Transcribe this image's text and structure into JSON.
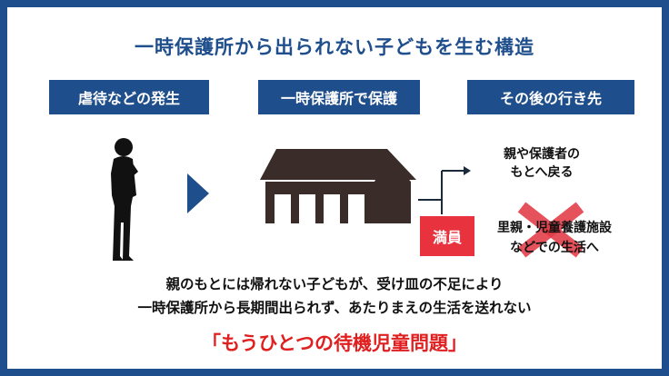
{
  "title": "一時保護所から出られない子どもを生む構造",
  "stages": [
    "虐待などの発生",
    "一時保護所で保護",
    "その後の行き先"
  ],
  "destinations": {
    "top_line1": "親や保護者の",
    "top_line2": "もとへ戻る",
    "bottom_line1": "里親・児童養護施設",
    "bottom_line2": "などでの生活へ"
  },
  "badge": "満員",
  "body": {
    "line1": "親のもとには帰れない子どもが、受け皿の不足により",
    "line2": "一時保護所から長期間出られず、あたりまえの生活を送れない"
  },
  "highlight": "「もうひとつの待機児童問題」",
  "colors": {
    "navy": "#1f4e8c",
    "red": "#e8333e",
    "cross": "#e33b45",
    "highlight": "#e02020"
  },
  "icons": [
    "person-icon",
    "arrow-right-icon",
    "building-icon",
    "branch-arrow-icon",
    "cross-icon"
  ]
}
